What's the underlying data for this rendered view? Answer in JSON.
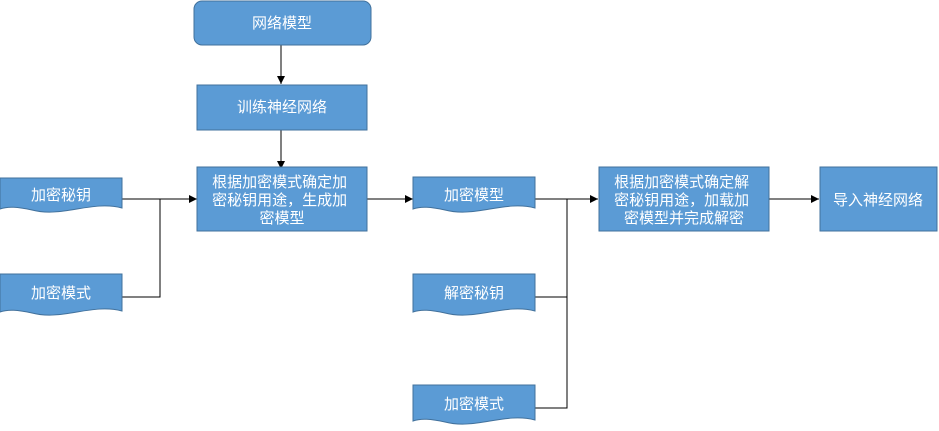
{
  "nodes": {
    "network_model": {
      "label": "网络模型"
    },
    "train_network": {
      "label": "训练神经网络"
    },
    "gen_encrypted_model": {
      "lines": [
        "根据加密模式确定加",
        "密秘钥用途，生成加",
        "密模型"
      ]
    },
    "enc_key": {
      "label": "加密秘钥"
    },
    "enc_mode_left": {
      "label": "加密模式"
    },
    "encrypted_model": {
      "label": "加密模型"
    },
    "dec_key": {
      "label": "解密秘钥"
    },
    "enc_mode_bottom": {
      "label": "加密模式"
    },
    "decrypt_model": {
      "lines": [
        "根据加密模式确定解",
        "密秘钥用途，加载加",
        "密模型并完成解密"
      ]
    },
    "import_network": {
      "label": "导入神经网络"
    }
  },
  "colors": {
    "fill": "#5b9bd5",
    "stroke": "#41719c",
    "text": "#ffffff",
    "connector": "#000000"
  }
}
